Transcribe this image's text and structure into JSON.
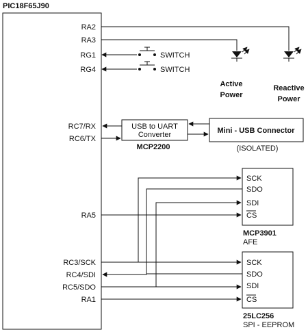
{
  "mcu": {
    "title": "PIC18F65J90",
    "pins": {
      "ra2": "RA2",
      "ra3": "RA3",
      "rg1": "RG1",
      "rg4": "RG4",
      "rc7": "RC7/RX",
      "rc6": "RC6/TX",
      "ra5": "RA5",
      "rc3": "RC3/SCK",
      "rc4": "RC4/SDI",
      "rc5": "RC5/SDO",
      "ra1": "RA1"
    }
  },
  "switches": {
    "sw1": "SWITCH",
    "sw2": "SWITCH"
  },
  "leds": {
    "active_l1": "Active",
    "active_l2": "Power",
    "reactive_l1": "Reactive",
    "reactive_l2": "Power"
  },
  "usb_uart": {
    "line1": "USB to UART",
    "line2": "Converter",
    "part": "MCP2200"
  },
  "usb_connector": {
    "title": "Mini - USB Connector",
    "note": "(ISOLATED)"
  },
  "afe": {
    "sck": "SCK",
    "sdo": "SDO",
    "sdi": "SDI",
    "cs": "CS",
    "part": "MCP3901",
    "desc": "AFE"
  },
  "eeprom": {
    "sck": "SCK",
    "sdo": "SDO",
    "sdi": "SDI",
    "cs": "CS",
    "part": "25LC256",
    "desc": "SPI - EEPROM"
  }
}
